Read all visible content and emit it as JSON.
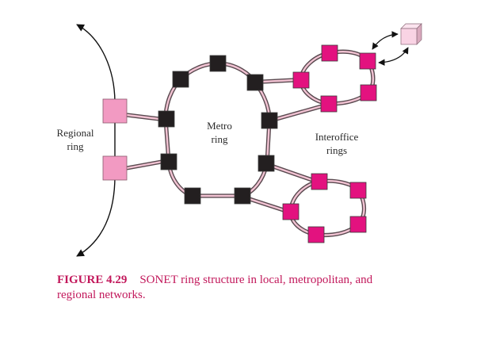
{
  "labels": {
    "regional": {
      "line1": "Regional",
      "line2": "ring"
    },
    "metro": {
      "line1": "Metro",
      "line2": "ring"
    },
    "interoffice": {
      "line1": "Interoffice",
      "line2": "rings"
    }
  },
  "caption": {
    "label": "FIGURE 4.29",
    "line1": "SONET ring structure in local, metropolitan, and",
    "line2": "regional networks."
  },
  "colors": {
    "regional_node": "#f29ac2",
    "metro_node": "#231f20",
    "interoffice_node": "#e3127f",
    "customer_node": "#f9d3e4",
    "caption": "#c2185b"
  }
}
